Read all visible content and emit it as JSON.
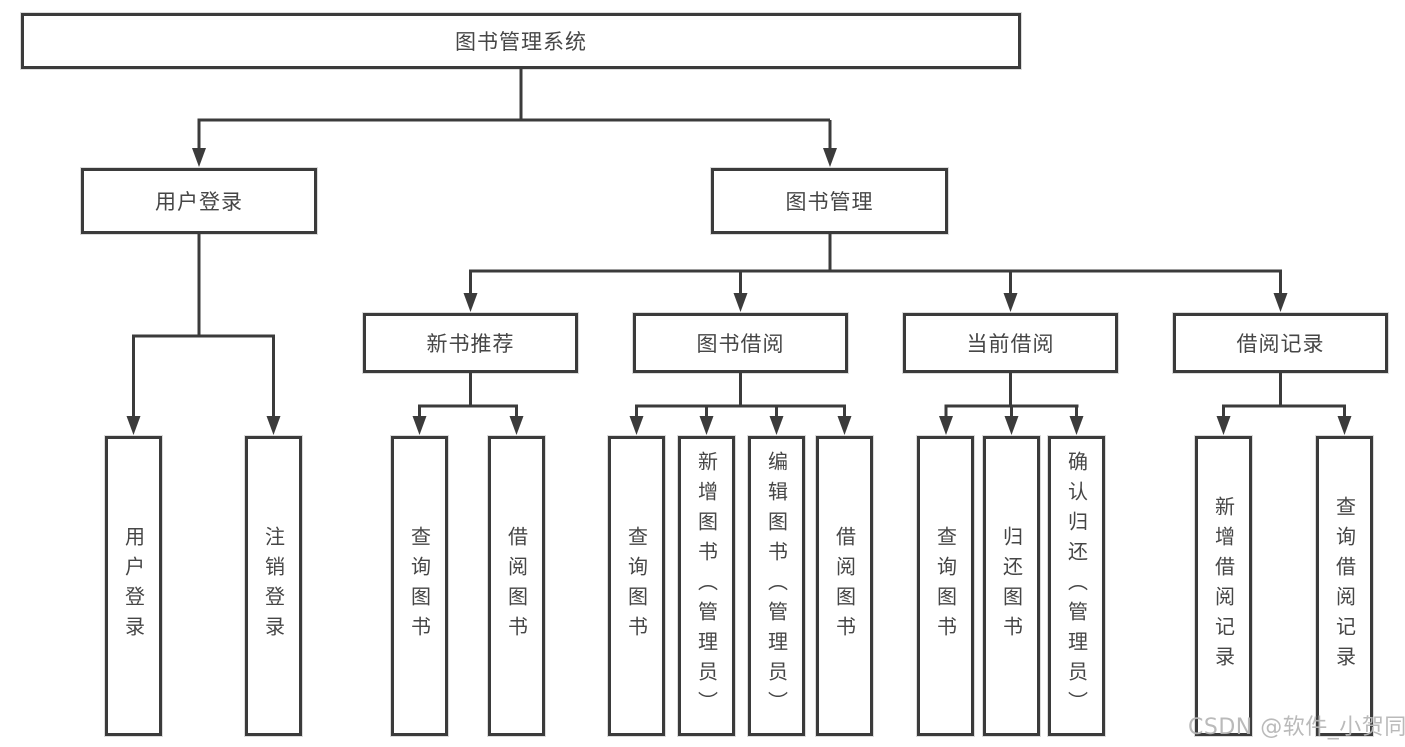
{
  "colors": {
    "line": "#3b3b3b",
    "box_border": "#3b3b3b",
    "text": "#464646",
    "watermark": "#b6b6b6",
    "background": "#ffffff"
  },
  "tree": {
    "root": "图书管理系统",
    "branches": [
      {
        "label": "用户登录",
        "children": [
          "用户登录",
          "注销登录"
        ]
      },
      {
        "label": "图书管理",
        "children": [
          {
            "label": "新书推荐",
            "children": [
              "查询图书",
              "借阅图书"
            ]
          },
          {
            "label": "图书借阅",
            "children": [
              "查询图书",
              "新增图书（管理员）",
              "编辑图书（管理员）",
              "借阅图书"
            ]
          },
          {
            "label": "当前借阅",
            "children": [
              "查询图书",
              "归还图书",
              "确认归还（管理员）"
            ]
          },
          {
            "label": "借阅记录",
            "children": [
              "新增借阅记录",
              "查询借阅记录"
            ]
          }
        ]
      }
    ]
  },
  "watermark": "CSDN @软件_小贺同学"
}
